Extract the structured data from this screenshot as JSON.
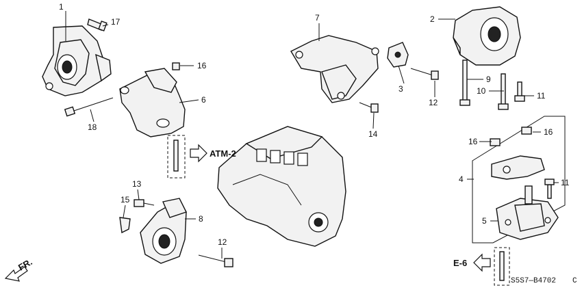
{
  "callouts": [
    "1",
    "17",
    "16",
    "6",
    "18",
    "7",
    "3",
    "12",
    "14",
    "2",
    "9",
    "10",
    "11",
    "16",
    "16",
    "4",
    "11",
    "5",
    "13",
    "15",
    "8",
    "12"
  ],
  "refs": {
    "atm": "ATM-2",
    "e6": "E-6",
    "fr": "FR."
  },
  "diagram_code": "S5S7—B4702",
  "diagram_code_suffix": "C"
}
